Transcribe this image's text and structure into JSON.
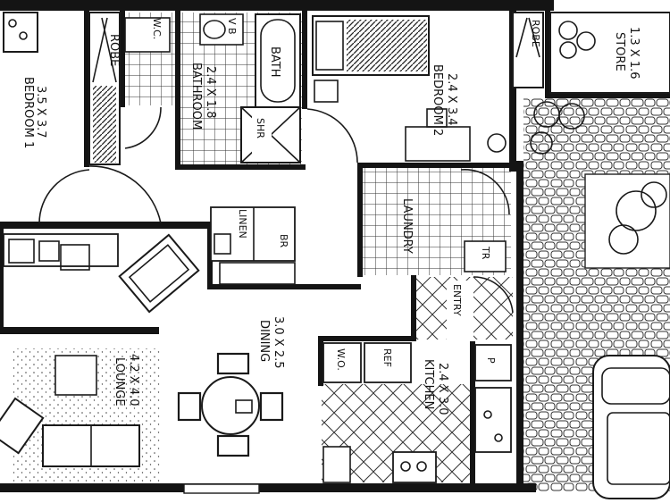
{
  "plan": {
    "rooms": [
      {
        "id": "bedroom1",
        "name": "BEDROOM 1",
        "size": "3.5 X 3.7"
      },
      {
        "id": "bathroom",
        "name": "BATHROOM",
        "size": "2.4 X 1.8"
      },
      {
        "id": "bedroom2",
        "name": "BEDROOM 2",
        "size": "2.4 X 3.4"
      },
      {
        "id": "store",
        "name": "STORE",
        "size": "1.3 X 1.6"
      },
      {
        "id": "dining",
        "name": "DINING",
        "size": "3.0 X 2.5"
      },
      {
        "id": "lounge",
        "name": "LOUNGE",
        "size": "4.2 X 4.0"
      },
      {
        "id": "kitchen",
        "name": "KITCHEN",
        "size": "2.4 X 3.0"
      }
    ],
    "tags": {
      "robe1": "ROBE",
      "robe2": "ROBE",
      "wc": "W.C.",
      "vb": "V B",
      "bath": "BATH",
      "shr": "SHR",
      "linen": "LINEN",
      "br": "BR",
      "laundry": "LAUNDRY",
      "tr": "TR",
      "entry": "ENTRY",
      "wo": "W.O.",
      "ref": "REF",
      "pantry": "P"
    }
  }
}
